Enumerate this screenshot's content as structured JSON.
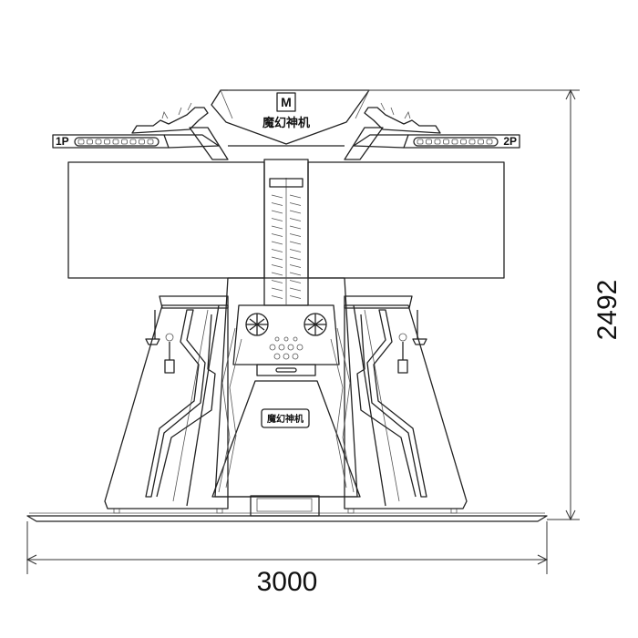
{
  "dimensions": {
    "width": "3000",
    "height": "2492"
  },
  "player_labels": {
    "left": "1P",
    "right": "2P"
  },
  "logo": {
    "monogram": "M",
    "brand_text": "魔幻神机"
  },
  "front_panel_sign": "魔幻神机"
}
